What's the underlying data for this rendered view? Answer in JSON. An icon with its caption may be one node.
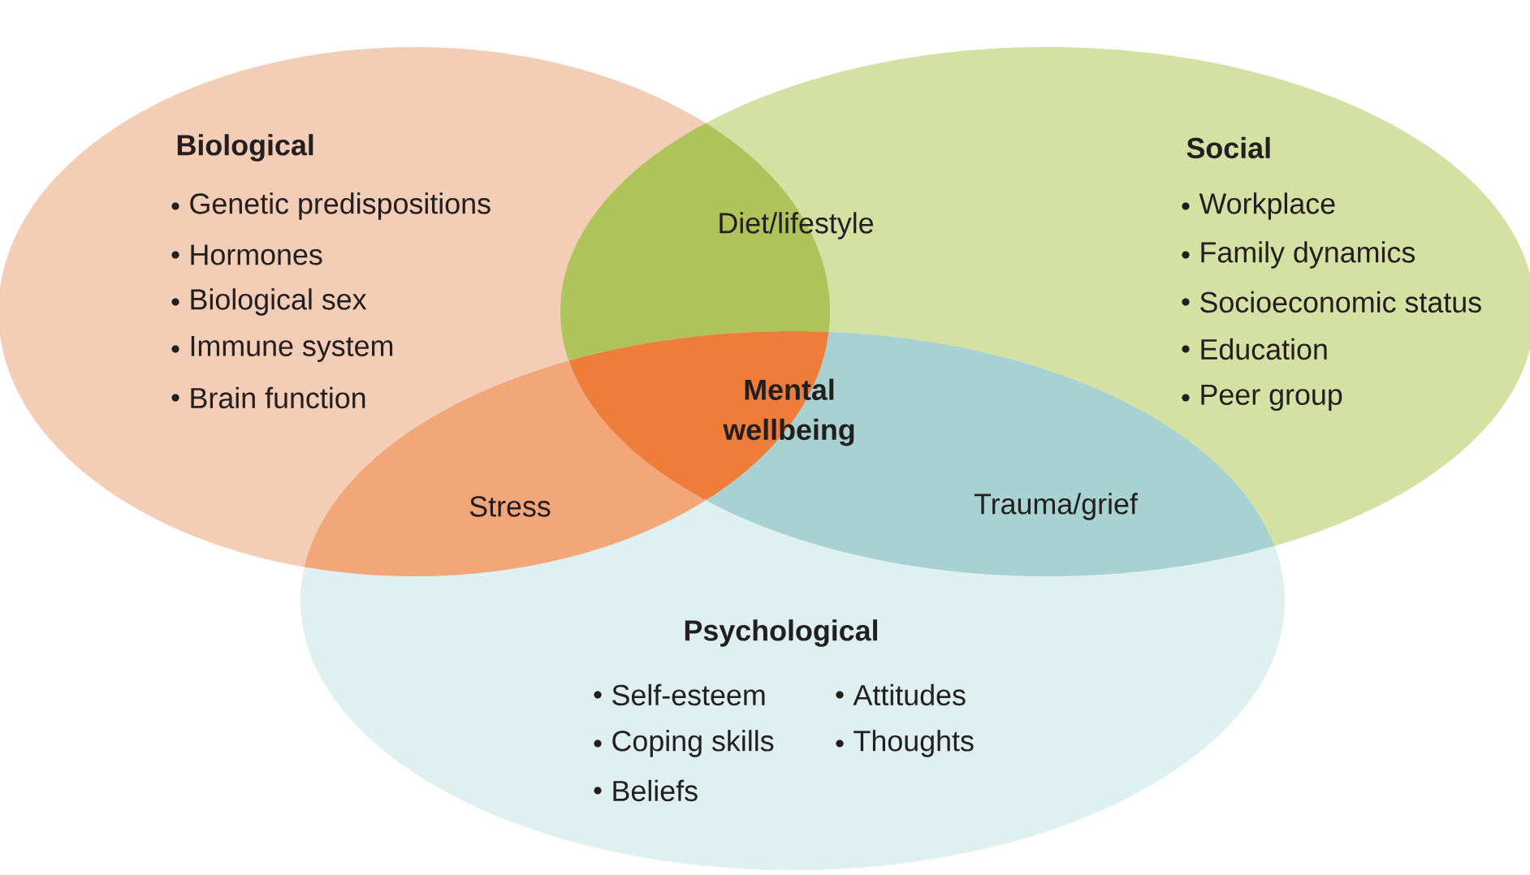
{
  "diagram": {
    "nodes": [
      {
        "text": [
          "Biological",
          "Genetic predispositions",
          "Hormones",
          "Biological sex",
          "Immune system",
          "Brain function"
        ]
      },
      {
        "text": [
          "Social",
          "Workplace",
          "Family dynamics",
          "Socioeconomic status",
          "Education",
          "Peer group"
        ]
      },
      {
        "text": [
          "Psychological",
          "Self-esteem",
          "Coping skills",
          "Beliefs",
          "Attitudes",
          "Thoughts"
        ]
      },
      {
        "text": [
          "Diet/lifestyle"
        ]
      },
      {
        "text": [
          "Stress"
        ]
      },
      {
        "text": [
          "Trauma/grief"
        ]
      },
      {
        "text": [
          "Mental wellbeing"
        ]
      }
    ]
  }
}
